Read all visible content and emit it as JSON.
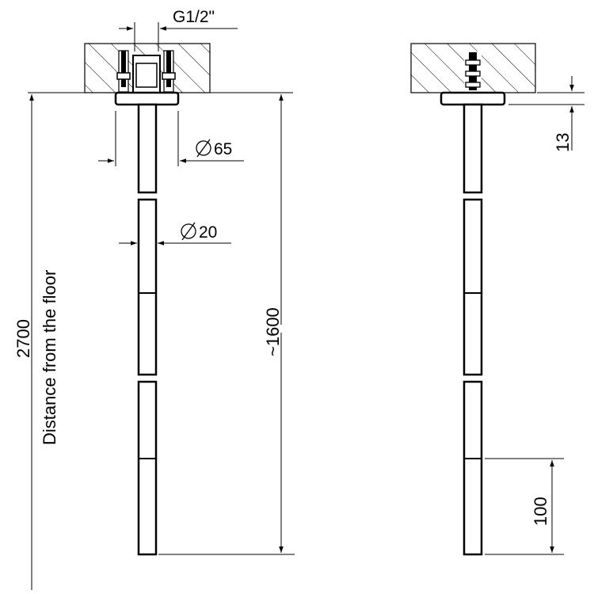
{
  "labels": {
    "thread": "G1/2\"",
    "diameter_65": "65",
    "diameter_20": "20",
    "height_total": "2700",
    "distance_caption": "Distance from the floor",
    "length": "~1600",
    "flange_thickness": "13",
    "segment_length": "100"
  },
  "colors": {
    "line": "#000000",
    "background": "#ffffff"
  }
}
